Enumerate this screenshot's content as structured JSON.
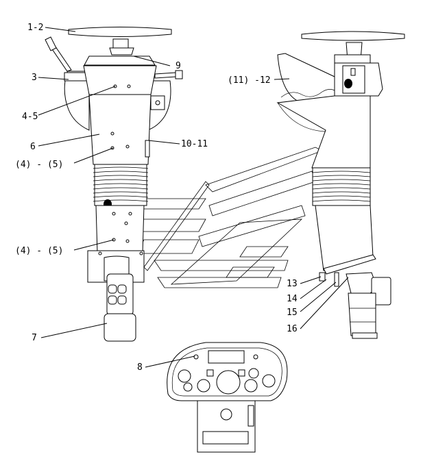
{
  "callouts": {
    "c1": "1-2",
    "c3": "3",
    "c9": "9",
    "c45a": "4-5",
    "c6": "6",
    "c1011": "10-11",
    "c45b": "(4) - (5)",
    "c45c": "(4) - (5)",
    "c7": "7",
    "c8": "8",
    "c1112": "(11) -12",
    "c13": "13",
    "c14": "14",
    "c15": "15",
    "c16": "16"
  }
}
